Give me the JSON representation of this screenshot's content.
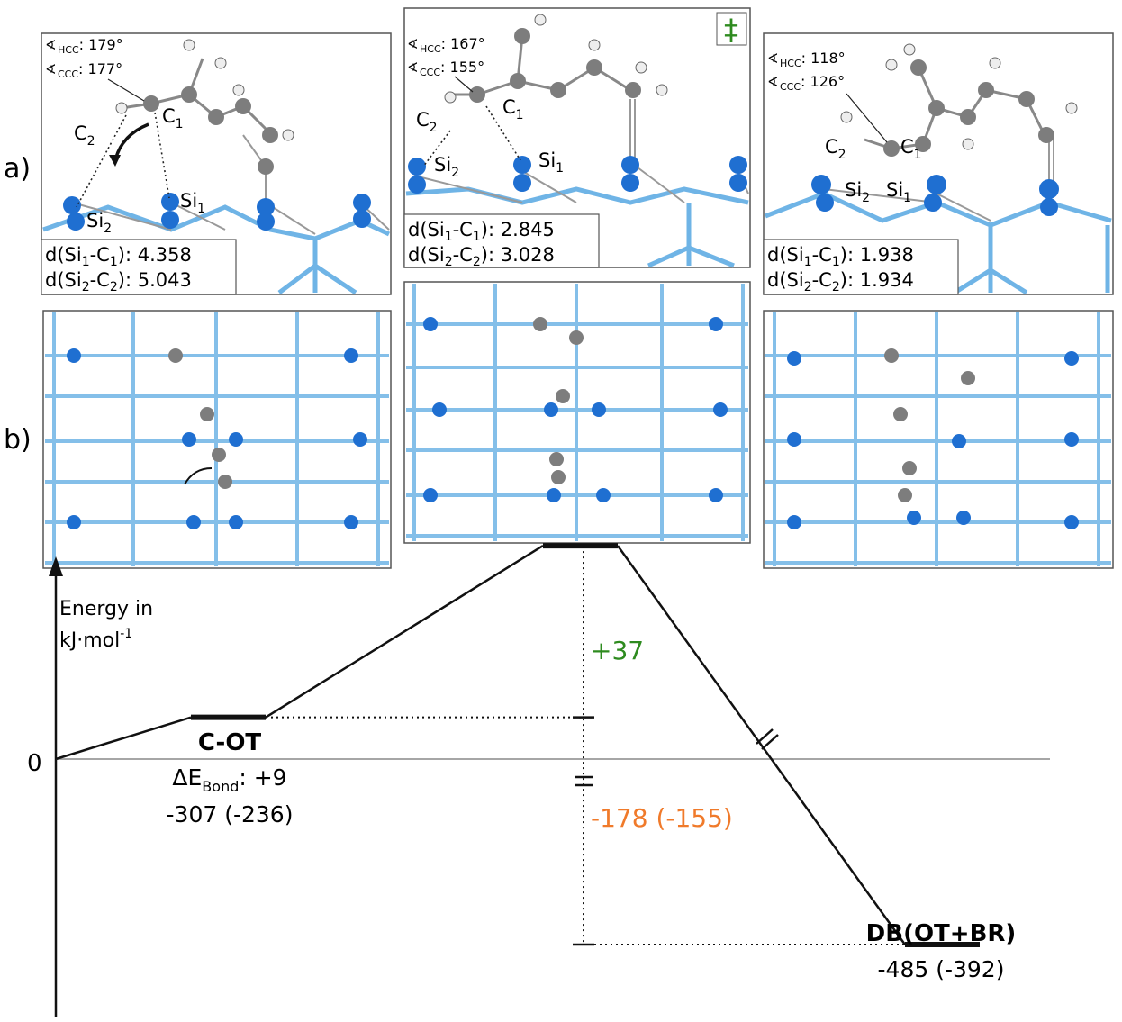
{
  "panel_labels": {
    "a": "a)",
    "b": "b)"
  },
  "panels_a": [
    {
      "angle_hcc": "179°",
      "angle_ccc": "177°",
      "angle_hcc_label": "HCC",
      "angle_ccc_label": "CCC",
      "c1": "C",
      "c2": "C",
      "si1": "Si",
      "si2": "Si",
      "dist1_prefix": "d(Si",
      "dist1_value": "4.358",
      "dist2_prefix": "d(Si",
      "dist2_value": "5.043"
    },
    {
      "angle_hcc": "167°",
      "angle_ccc": "155°",
      "angle_hcc_label": "HCC",
      "angle_ccc_label": "CCC",
      "c1": "C",
      "c2": "C",
      "si1": "Si",
      "si2": "Si",
      "dist1_prefix": "d(Si",
      "dist1_value": "2.845",
      "dist2_prefix": "d(Si",
      "dist2_value": "3.028",
      "ts_symbol": "‡"
    },
    {
      "angle_hcc": "118°",
      "angle_ccc": "126°",
      "angle_hcc_label": "HCC",
      "angle_ccc_label": "CCC",
      "c1": "C",
      "c2": "C",
      "si1": "Si",
      "si2": "Si",
      "dist1_prefix": "d(Si",
      "dist1_value": "1.938",
      "dist2_prefix": "d(Si",
      "dist2_value": "1.934"
    }
  ],
  "energy": {
    "axis_label_line1": "Energy in",
    "axis_label_line2": "kJ·mol",
    "axis_label_sup": "-1",
    "zero_label": "0",
    "states": [
      {
        "name": "C-OT",
        "bond_label": "ΔE",
        "bond_sub": "Bond",
        "bond_value": ": +9",
        "energy_text": "-307 (-236)",
        "level": 9
      },
      {
        "name": "",
        "level": 46
      },
      {
        "name": "DB(OT+BR)",
        "energy_text": "-485 (-392)",
        "level": -40
      }
    ],
    "barrier_label": "+37",
    "reaction_label": "-178 (-155)"
  },
  "colors": {
    "si_blue": "#1f6fd1",
    "lattice": "#6fb4e6",
    "carbon": "#7d7d7d",
    "green": "#2e8b1f",
    "orange": "#f07a2a",
    "line": "#111111"
  }
}
